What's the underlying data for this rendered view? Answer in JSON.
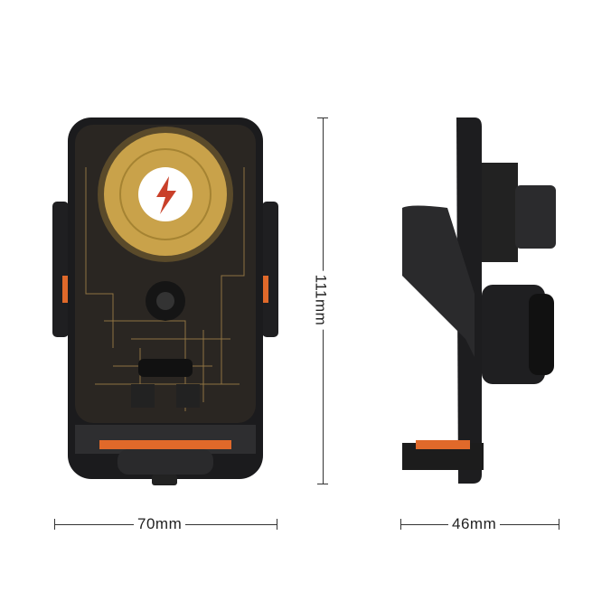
{
  "dimensions": {
    "width_label": "70mm",
    "height_label": "111mm",
    "depth_label": "46mm"
  },
  "colors": {
    "accent_orange": "#e0692a",
    "gold": "#c9a24a",
    "body_black": "#1b1b1d"
  }
}
